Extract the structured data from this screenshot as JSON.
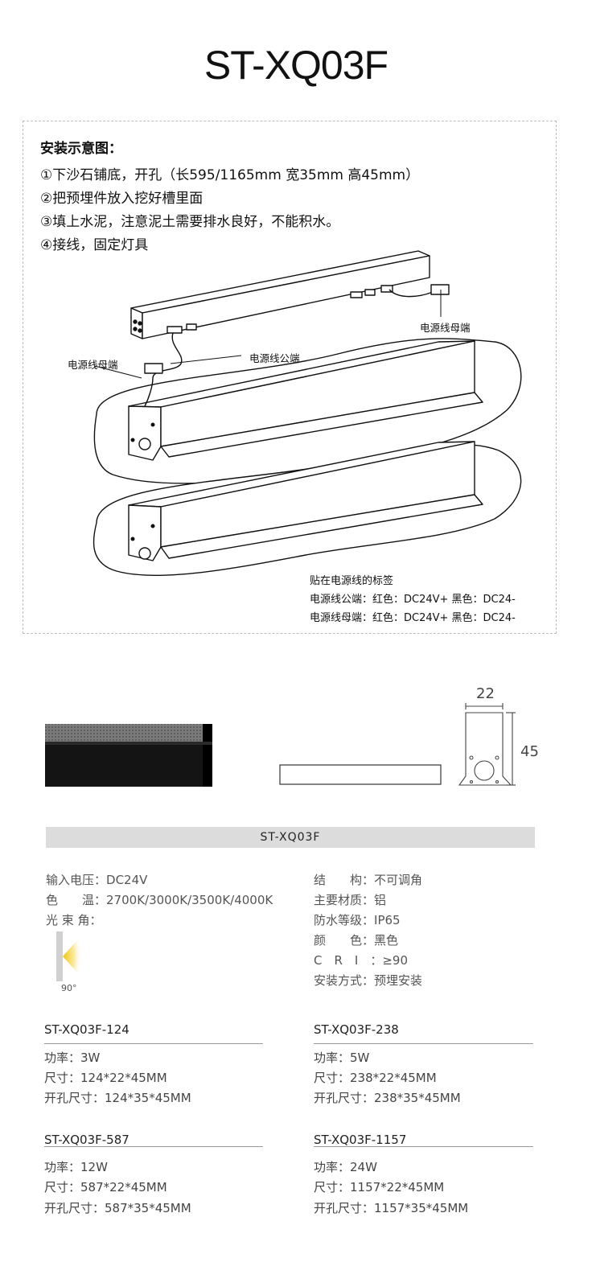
{
  "title": "ST-XQ03F",
  "install": {
    "heading": "安装示意图：",
    "steps": [
      "①下沙石铺底，开孔（长595/1165mm 宽35mm 高45mm）",
      "②把预埋件放入挖好槽里面",
      "③填上水泥，注意泥土需要排水良好，不能积水。",
      "④接线，固定灯具"
    ],
    "labels": {
      "female_right": "电源线母端",
      "male": "电源线公端",
      "female_left": "电源线母端"
    },
    "notes": [
      "贴在电源线的标签",
      "电源线公端：红色：DC24V+ 黑色：DC24-",
      "电源线母端：红色：DC24V+ 黑色：DC24-"
    ]
  },
  "dimensions": {
    "width": "22",
    "height": "45"
  },
  "spec_bar": "ST-XQ03F",
  "specs_left": [
    {
      "label": "输入电压：",
      "value": "DC24V"
    },
    {
      "label": "色　　温：",
      "value": "2700K/3000K/3500K/4000K"
    },
    {
      "label": "光 束 角：",
      "value": ""
    }
  ],
  "beam_angle": "90°",
  "specs_right": [
    {
      "label": "结　　构：",
      "value": "不可调角"
    },
    {
      "label": "主要材质：",
      "value": "铝"
    },
    {
      "label": "防水等级：",
      "value": "IP65"
    },
    {
      "label": "颜　　色：",
      "value": "黑色"
    },
    {
      "label": "C　R　I　：",
      "value": "≥90"
    },
    {
      "label": "安装方式：",
      "value": "预埋安装"
    }
  ],
  "models": [
    {
      "name": "ST-XQ03F-124",
      "power": "功率：3W",
      "size": "尺寸：124*22*45MM",
      "hole": "开孔尺寸：124*35*45MM"
    },
    {
      "name": "ST-XQ03F-238",
      "power": "功率：5W",
      "size": "尺寸：238*22*45MM",
      "hole": "开孔尺寸：238*35*45MM"
    },
    {
      "name": "ST-XQ03F-587",
      "power": "功率：12W",
      "size": "尺寸：587*22*45MM",
      "hole": "开孔尺寸：587*35*45MM"
    },
    {
      "name": "ST-XQ03F-1157",
      "power": "功率：24W",
      "size": "尺寸：1157*22*45MM",
      "hole": "开孔尺寸：1157*35*45MM"
    }
  ],
  "colors": {
    "accent_beam": "#f2c200",
    "bar_gray": "#dcdcdc",
    "fixture_black": "#1a1a1a"
  }
}
